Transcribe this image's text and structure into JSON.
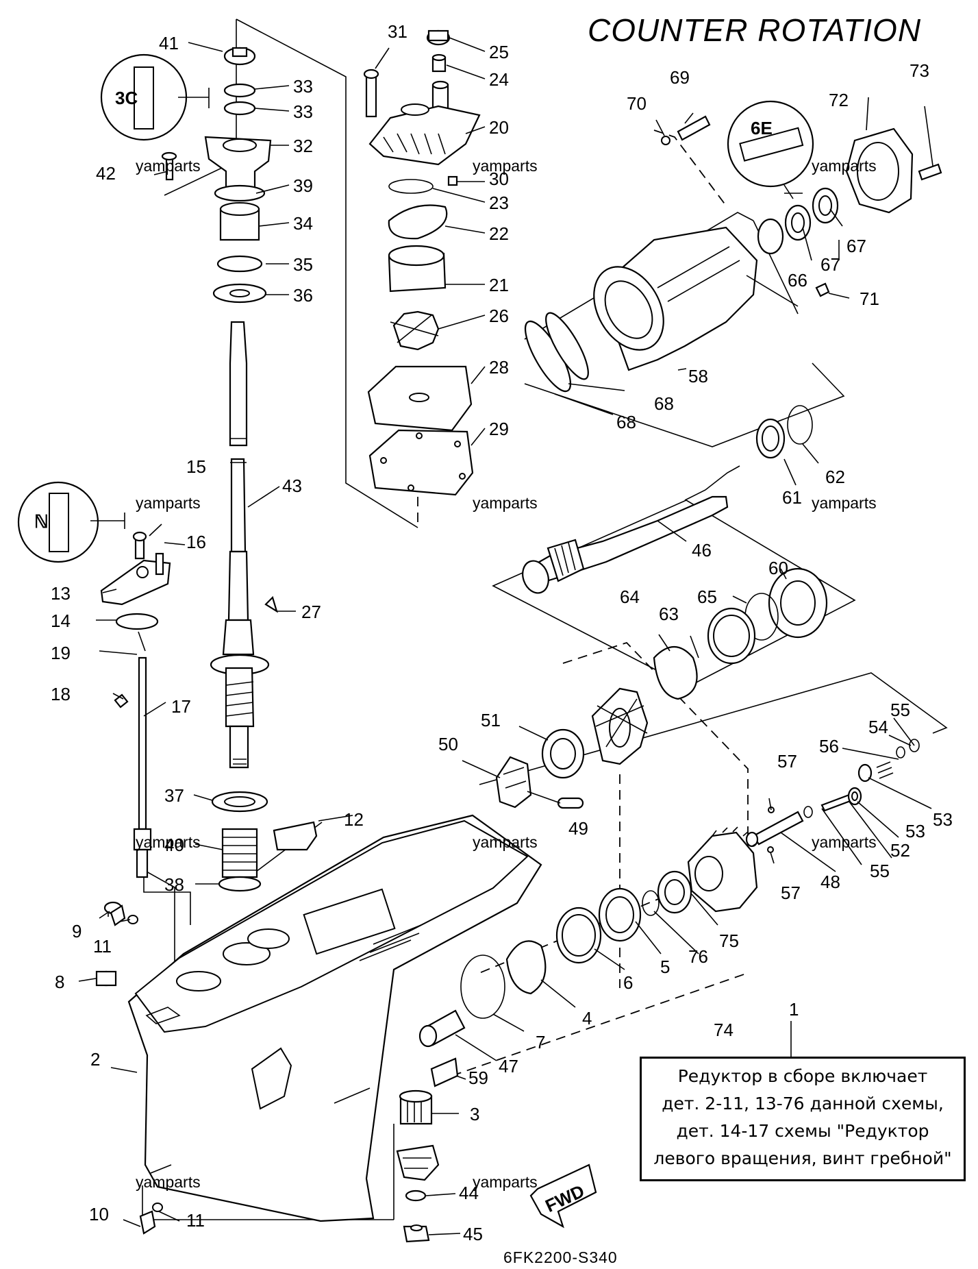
{
  "title": "COUNTER ROTATION",
  "drawing_code": "6FK2200-S340",
  "watermark": "yamparts",
  "fwd_label": "FWD",
  "note_lines": [
    "Редуктор в сборе включает",
    "дет. 2-11, 13-76 данной схемы,",
    "дет. 14-17 схемы \"Редуктор",
    "левого вращения, винт гребной\""
  ],
  "callouts": {
    "c1": "1",
    "c2": "2",
    "c3": "3",
    "c4": "4",
    "c5": "5",
    "c6": "6",
    "c7": "7",
    "c8": "8",
    "c9": "9",
    "c10": "10",
    "c11a": "11",
    "c11b": "11",
    "c12": "12",
    "c13": "13",
    "c14": "14",
    "c15": "15",
    "c16": "16",
    "c17": "17",
    "c18": "18",
    "c19": "19",
    "c20": "20",
    "c21": "21",
    "c22": "22",
    "c23": "23",
    "c24": "24",
    "c25": "25",
    "c26": "26",
    "c27": "27",
    "c28": "28",
    "c29": "29",
    "c30": "30",
    "c31": "31",
    "c32": "32",
    "c33a": "33",
    "c33b": "33",
    "c34": "34",
    "c35": "35",
    "c36": "36",
    "c37": "37",
    "c38": "38",
    "c39": "39",
    "c40": "40",
    "c41": "41",
    "c42": "42",
    "c43": "43",
    "c44": "44",
    "c45": "45",
    "c46": "46",
    "c47": "47",
    "c48": "48",
    "c49": "49",
    "c50": "50",
    "c51": "51",
    "c52": "52",
    "c53a": "53",
    "c53b": "53",
    "c54": "54",
    "c55a": "55",
    "c55b": "55",
    "c56": "56",
    "c57a": "57",
    "c57b": "57",
    "c58": "58",
    "c59": "59",
    "c60": "60",
    "c61": "61",
    "c62": "62",
    "c63": "63",
    "c64": "64",
    "c65": "65",
    "c66": "66",
    "c67a": "67",
    "c67b": "67",
    "c68a": "68",
    "c68b": "68",
    "c69": "69",
    "c70": "70",
    "c71": "71",
    "c72": "72",
    "c73": "73",
    "c74": "74",
    "c75": "75",
    "c76": "76"
  }
}
